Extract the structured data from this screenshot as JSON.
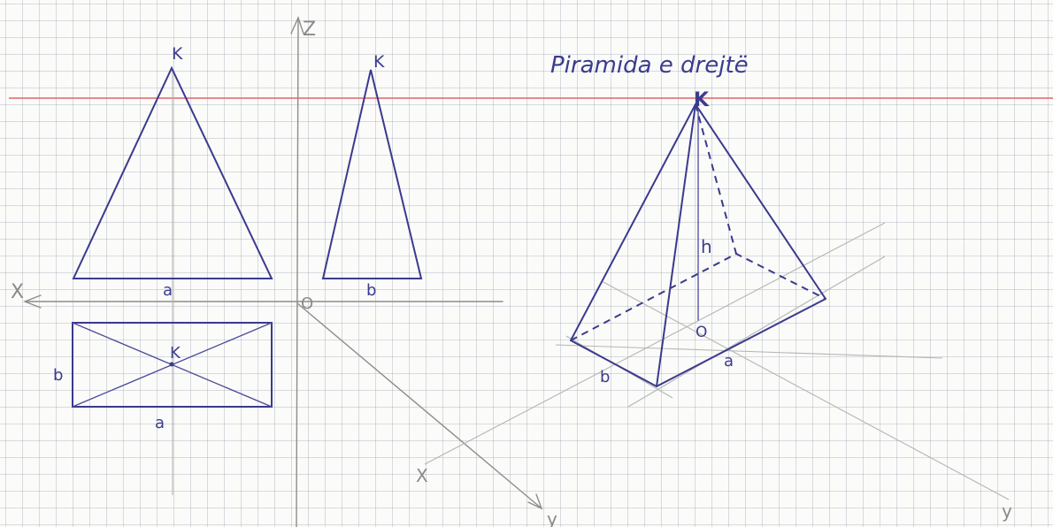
{
  "title": "Piramida e drejtë",
  "axes": {
    "z": "Z",
    "x": "X",
    "origin": "O",
    "y_bottom": "y",
    "iso_x": "X",
    "iso_y": "y"
  },
  "front_view": {
    "apex": "K",
    "base": "a"
  },
  "side_view": {
    "apex": "K",
    "base": "b"
  },
  "top_view": {
    "center": "K",
    "side_b": "b",
    "side_a": "a"
  },
  "isometric": {
    "apex": "K",
    "height": "h",
    "origin": "O",
    "side_a": "a",
    "side_b": "b"
  },
  "colors": {
    "ink": "#3a3a8e",
    "pencil": "#8d8d8d",
    "margin_line": "#e06666",
    "grid": "#9aa0af"
  }
}
